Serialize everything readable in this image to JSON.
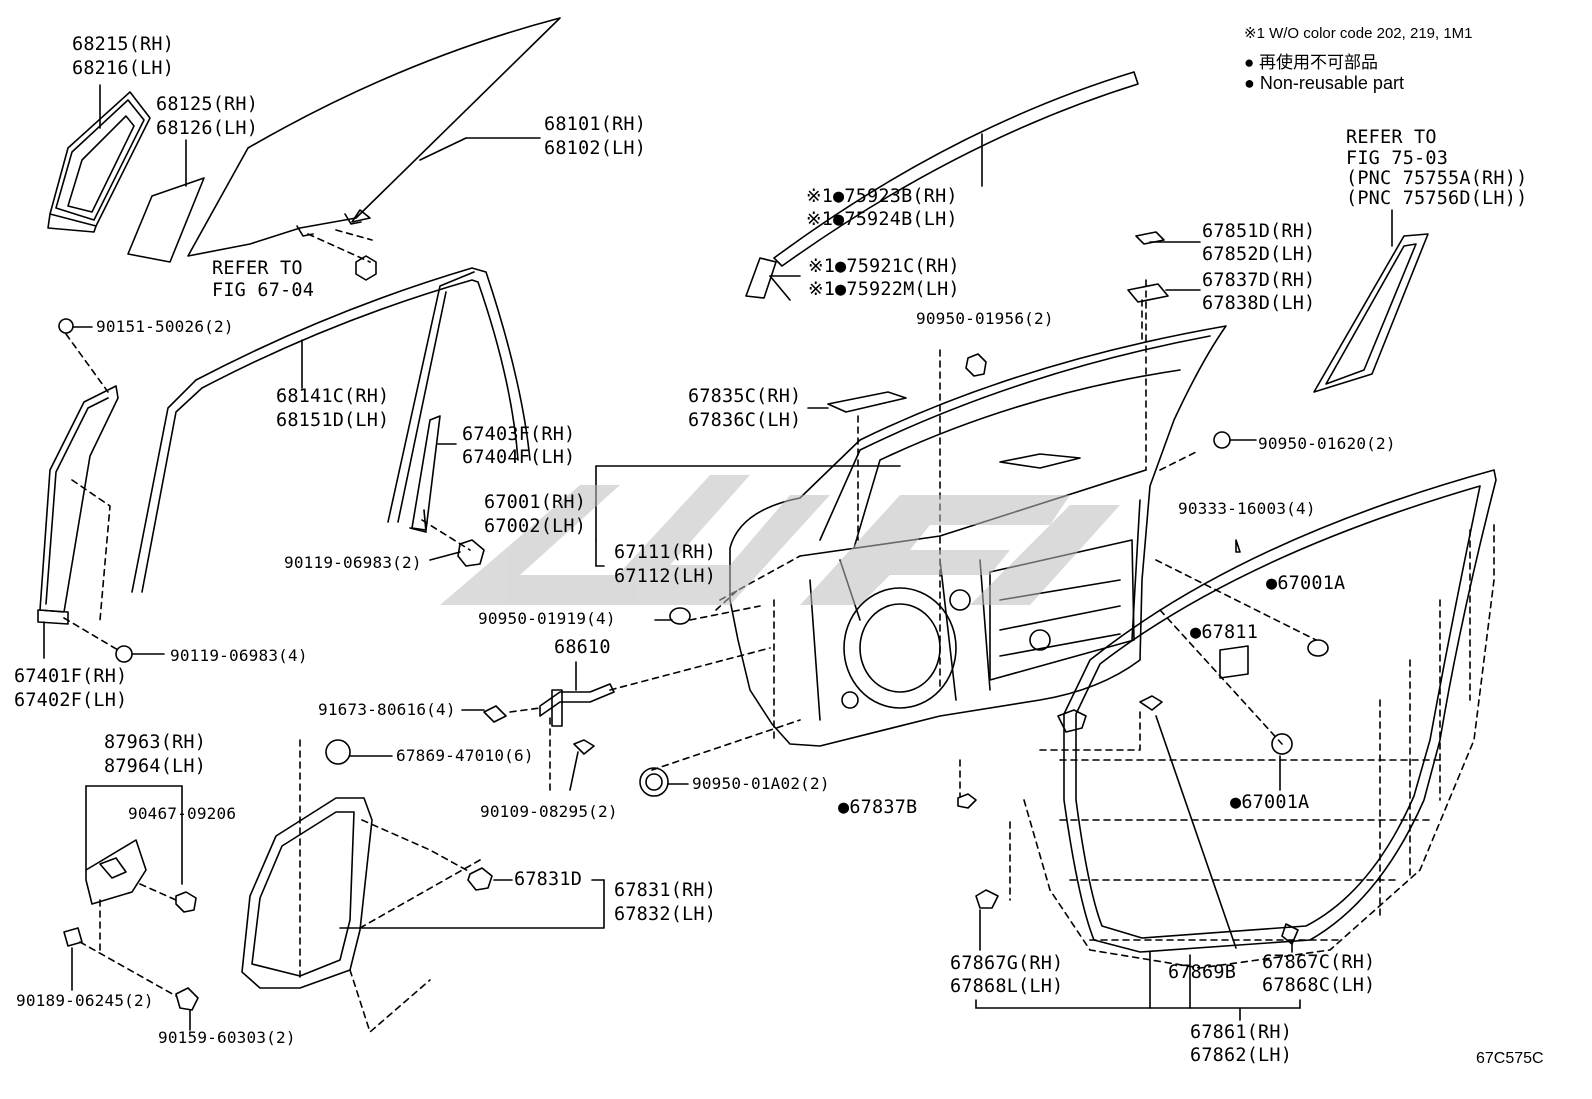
{
  "legend": {
    "note1": "※1 W/O color code 202, 219, 1M1",
    "note2": "● 再使用不可部品",
    "note3": "● Non-reusable part"
  },
  "figure_code": "67C575C",
  "refer_1": [
    "REFER TO",
    "FIG 67-04"
  ],
  "refer_2": [
    "REFER TO",
    "FIG 75-03",
    "(PNC 75755A(RH))",
    "(PNC 75756D(LH))"
  ],
  "parts": {
    "p68215": [
      "68215(RH)",
      "68216(LH)"
    ],
    "p68125": [
      "68125(RH)",
      "68126(LH)"
    ],
    "p68101": [
      "68101(RH)",
      "68102(LH)"
    ],
    "p90151": "90151-50026(2)",
    "p68141": [
      "68141C(RH)",
      "68151D(LH)"
    ],
    "p67403": [
      "67403F(RH)",
      "67404F(LH)"
    ],
    "p67001": [
      "67001(RH)",
      "67002(LH)"
    ],
    "p67111": [
      "67111(RH)",
      "67112(LH)"
    ],
    "p90119a": "90119-06983(2)",
    "p67401": [
      "67401F(RH)",
      "67402F(LH)"
    ],
    "p90119b": "90119-06983(4)",
    "p75923": [
      "※1●75923B(RH)",
      "※1●75924B(LH)"
    ],
    "p75921": [
      "※1●75921C(RH)",
      "※1●75922M(LH)"
    ],
    "p67851": [
      "67851D(RH)",
      "67852D(LH)"
    ],
    "p67837": [
      "67837D(RH)",
      "67838D(LH)"
    ],
    "p90950a": "90950-01956(2)",
    "p67835": [
      "67835C(RH)",
      "67836C(LH)"
    ],
    "p90950b": "90950-01620(2)",
    "p90333": "90333-16003(4)",
    "p67001A_1": "●67001A",
    "p67811": "●67811",
    "p90950c": "90950-01919(4)",
    "p68610": "68610",
    "p91673": "91673-80616(4)",
    "p87963": [
      "87963(RH)",
      "87964(LH)"
    ],
    "p90467": "90467-09206",
    "p67869a": "67869-47010(6)",
    "p90950d": "90950-01A02(2)",
    "p90109": "90109-08295(2)",
    "p67837B": "●67837B",
    "p67001A_2": "●67001A",
    "p67831D": "67831D",
    "p67831": [
      "67831(RH)",
      "67832(LH)"
    ],
    "p90189": "90189-06245(2)",
    "p90159": "90159-60303(2)",
    "p67867G": [
      "67867G(RH)",
      "67868L(LH)"
    ],
    "p67869B": "67869B",
    "p67867C": [
      "67867C(RH)",
      "67868C(LH)"
    ],
    "p67861": [
      "67861(RH)",
      "67862(LH)"
    ]
  }
}
